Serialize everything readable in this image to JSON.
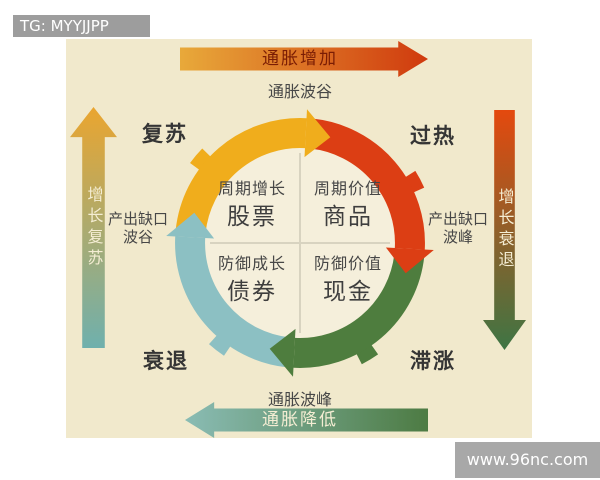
{
  "watermarks": {
    "top": "TG: MYYJJPP",
    "bottom": "www.96nc.com"
  },
  "colors": {
    "canvas_bg": "#f1e9cc",
    "inner_circle": "#f5efdb",
    "bar_gray": "#9d9d9d",
    "watermark_gray": "#a8a8a8",
    "ring_recovery_yellow": "#f0ad1c",
    "ring_overheat_red": "#dc3e14",
    "ring_stagflation_green": "#4e7d3e",
    "ring_recession_teal": "#8cc0c3",
    "infl_up_from": "#e8a93a",
    "infl_up_to": "#d03a0e",
    "infl_down_from": "#8abcb4",
    "infl_down_to": "#4d7b43",
    "growth_up_from": "#6fb0ad",
    "growth_up_to": "#eaa52f",
    "growth_down_from": "#e4490e",
    "growth_down_to": "#3e7544",
    "divider_line": "#d8d3c0",
    "text_dark": "#474747",
    "phase_label": "#353535",
    "arrow_label_red": "#7b1d04",
    "arrow_label_cream": "#f4edd3"
  },
  "axes": {
    "top": {
      "arrow_label": "通胀增加",
      "note": "通胀波谷"
    },
    "bottom": {
      "arrow_label": "通胀降低",
      "note": "通胀波峰"
    },
    "left": {
      "arrow_label": "增长复苏",
      "note_line1": "产出缺口",
      "note_line2": "波谷"
    },
    "right": {
      "arrow_label": "增长衰退",
      "note_line1": "产出缺口",
      "note_line2": "波峰"
    }
  },
  "phases": {
    "recovery": "复苏",
    "overheat": "过热",
    "recession": "衰退",
    "stagflation": "滞涨"
  },
  "quadrants": {
    "stocks": {
      "style": "周期增长",
      "asset": "股票"
    },
    "commodities": {
      "style": "周期价值",
      "asset": "商品"
    },
    "bonds": {
      "style": "防御成长",
      "asset": "债券"
    },
    "cash": {
      "style": "防御价值",
      "asset": "现金"
    }
  }
}
